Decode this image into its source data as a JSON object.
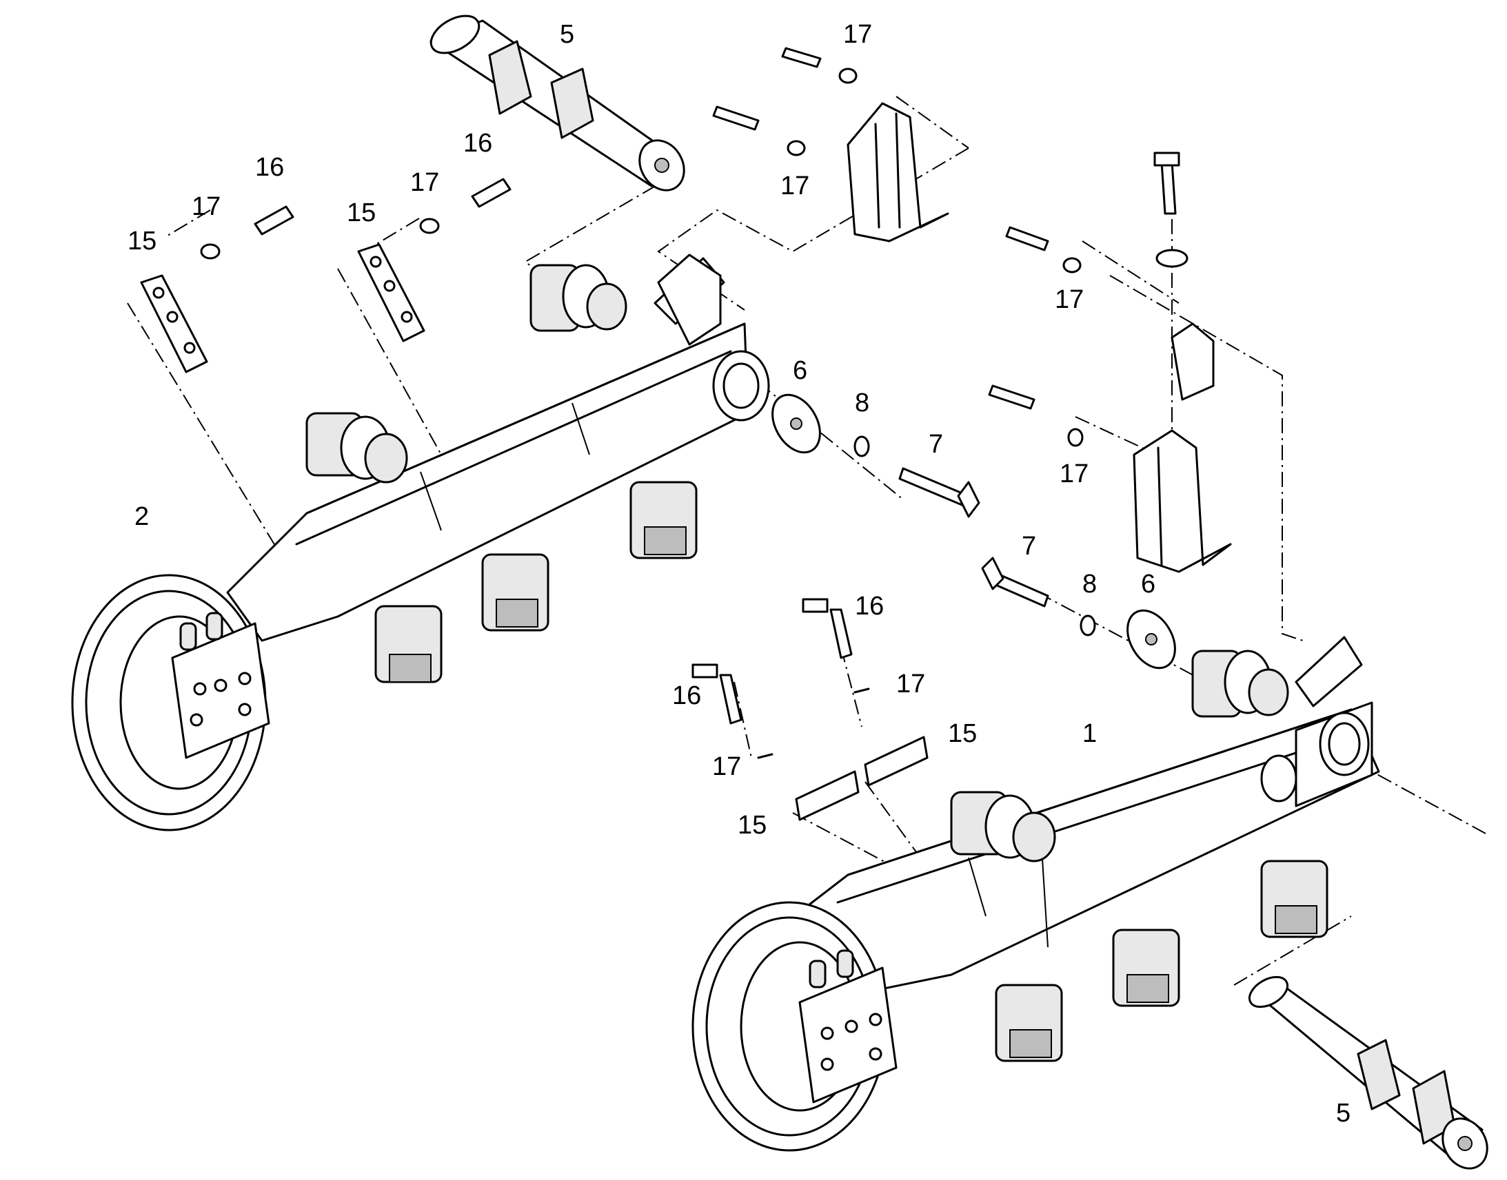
{
  "callouts": {
    "n1": "1",
    "n2": "2",
    "n5": "5",
    "n6": "6",
    "n7": "7",
    "n8": "8",
    "n15": "15",
    "n16": "16",
    "n17": "17"
  }
}
